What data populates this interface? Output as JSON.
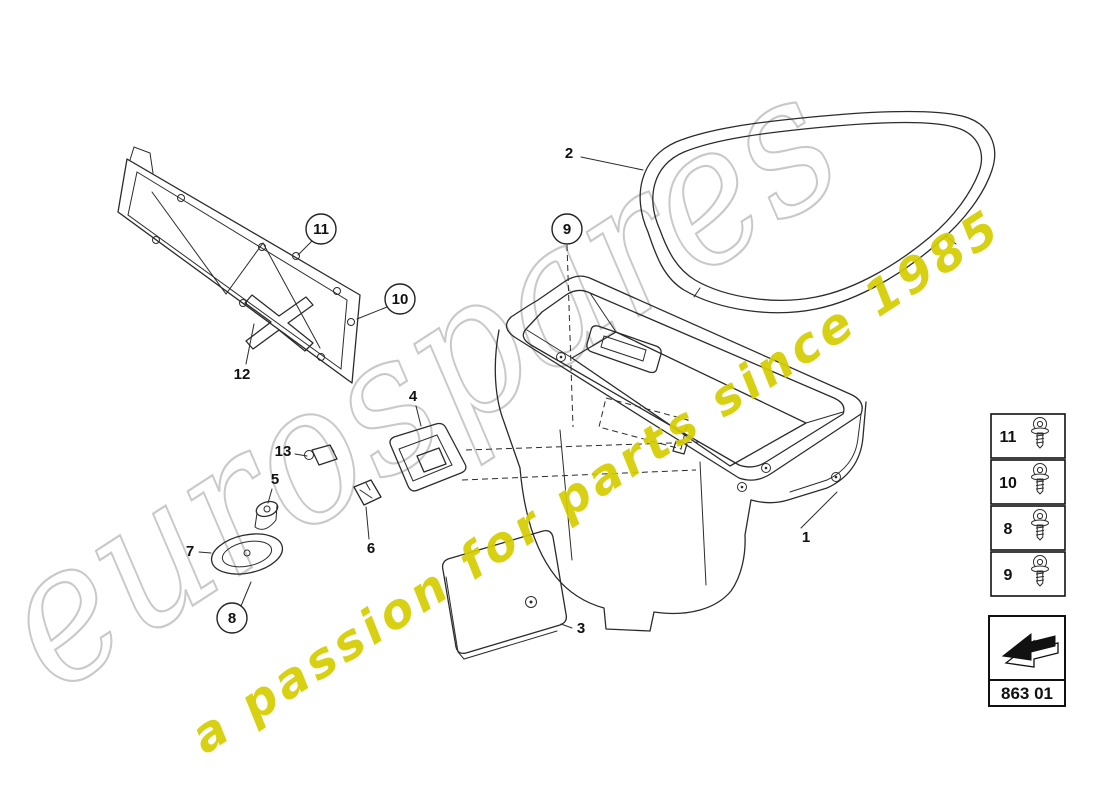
{
  "watermark": {
    "brand": "eurospares",
    "tagline": "a passion for parts since 1985"
  },
  "callouts": {
    "c1": "1",
    "c2": "2",
    "c3": "3",
    "c4": "4",
    "c5": "5",
    "c6": "6",
    "c7": "7",
    "c8": "8",
    "c9": "9",
    "c10": "10",
    "c11": "11",
    "c12": "12",
    "c13": "13"
  },
  "legend": {
    "rows": [
      "11",
      "10",
      "8",
      "9"
    ]
  },
  "part_code": "863 01",
  "colors": {
    "line": "#2b2b2b",
    "watermark_gray": "#c9c9c9",
    "watermark_yellow": "#d5ce00"
  }
}
